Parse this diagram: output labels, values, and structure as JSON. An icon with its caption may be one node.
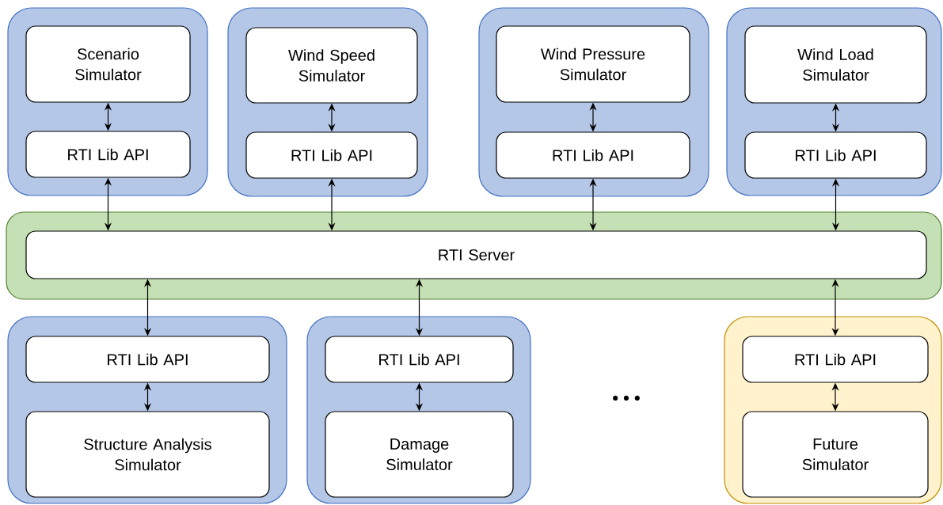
{
  "diagram": {
    "nodes": [
      {
        "text": [],
        "shape": "box"
      },
      {
        "text": [
          "Scenario Simulator"
        ],
        "in": 0
      },
      {
        "text": [
          "RTI Lib API"
        ],
        "in": 0
      },
      {
        "text": [],
        "shape": "box"
      },
      {
        "text": [
          "Wind Speed Simulator"
        ],
        "in": 3
      },
      {
        "text": [
          "RTI Lib API"
        ],
        "in": 3
      },
      {
        "text": [],
        "shape": "box"
      },
      {
        "text": [
          "Wind Pressure Simulator"
        ],
        "in": 6
      },
      {
        "text": [
          "RTI Lib API"
        ],
        "in": 6
      },
      {
        "text": [],
        "shape": "box"
      },
      {
        "text": [
          "Wind Load Simulator"
        ],
        "in": 9
      },
      {
        "text": [
          "RTI Lib API"
        ],
        "in": 9
      },
      {
        "text": [],
        "shape": "box"
      },
      {
        "text": [
          "RTI Server"
        ],
        "in": 12
      },
      {
        "text": [],
        "shape": "box"
      },
      {
        "text": [
          "RTI Lib API"
        ],
        "in": 14
      },
      {
        "text": [
          "Structure Analysis Simulator"
        ],
        "in": 14
      },
      {
        "text": [],
        "shape": "box"
      },
      {
        "text": [
          "RTI Lib API"
        ],
        "in": 17
      },
      {
        "text": [
          "Damage Simulator"
        ],
        "in": 17
      },
      {
        "text": [],
        "shape": "box"
      },
      {
        "text": [
          "RTI Lib API"
        ],
        "in": 20
      },
      {
        "text": [
          "Future Simulator"
        ],
        "in": 20
      }
    ],
    "edges": [
      {
        "from": 1,
        "to": 2,
        "arrow": "both"
      },
      {
        "from": 2,
        "to": 13,
        "arrow": "both"
      },
      {
        "from": 4,
        "to": 5,
        "arrow": "both"
      },
      {
        "from": 5,
        "to": 13,
        "arrow": "both"
      },
      {
        "from": 7,
        "to": 8,
        "arrow": "both"
      },
      {
        "from": 8,
        "to": 13,
        "arrow": "both"
      },
      {
        "from": 10,
        "to": 11,
        "arrow": "both"
      },
      {
        "from": 11,
        "to": 13,
        "arrow": "both"
      },
      {
        "from": 13,
        "to": 15,
        "arrow": "both"
      },
      {
        "from": 15,
        "to": 16,
        "arrow": "both"
      },
      {
        "from": 13,
        "to": 18,
        "arrow": "both"
      },
      {
        "from": 18,
        "to": 19,
        "arrow": "both"
      },
      {
        "from": 13,
        "to": 21,
        "arrow": "both"
      },
      {
        "from": 21,
        "to": 22,
        "arrow": "both"
      }
    ],
    "labels": [
      "• • •"
    ]
  }
}
